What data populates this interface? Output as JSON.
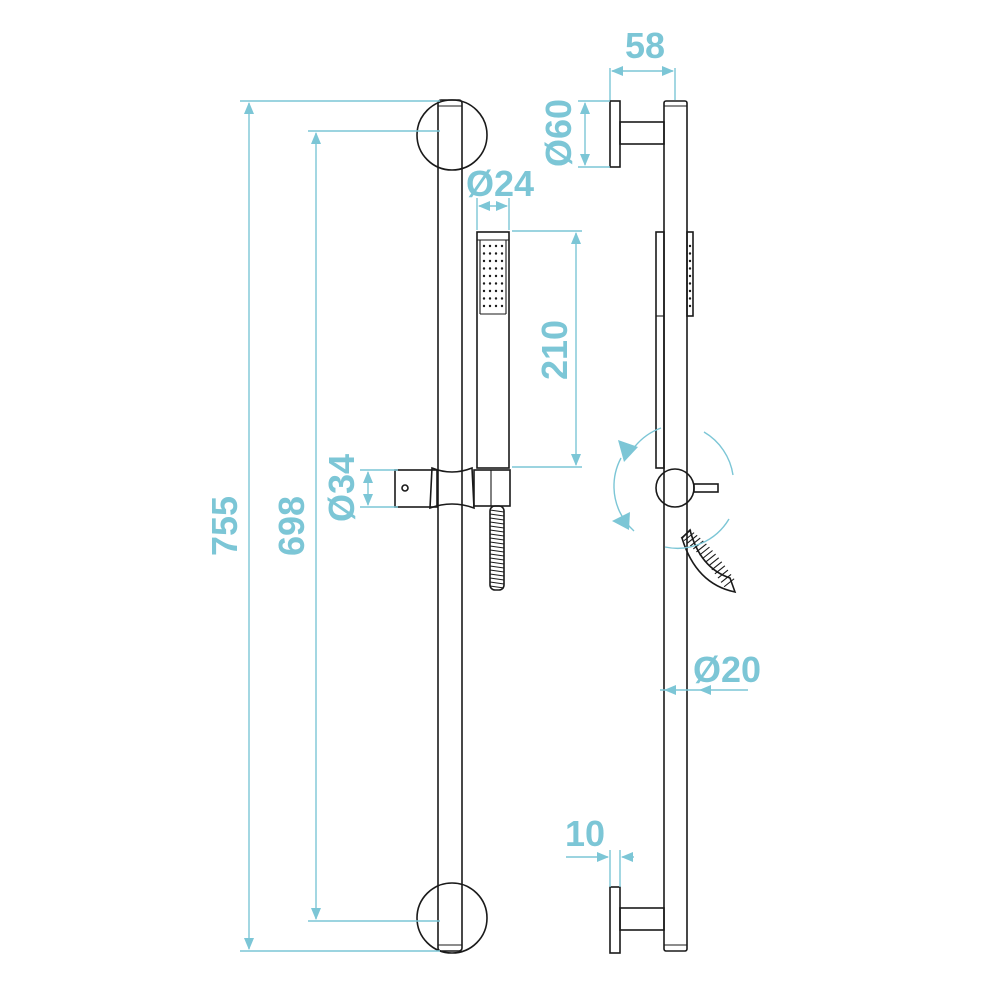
{
  "dimensions": {
    "overall_length": "755",
    "fixing_centres": "698",
    "slider_diameter": "Ø34",
    "handshower_diameter": "Ø24",
    "handshower_length": "210",
    "wall_projection": "58",
    "flange_diameter": "Ø60",
    "bar_diameter": "Ø20",
    "flange_thickness": "10"
  },
  "colors": {
    "dimension": "#7cc6d6",
    "line": "#1a1a1a",
    "background": "#ffffff"
  }
}
